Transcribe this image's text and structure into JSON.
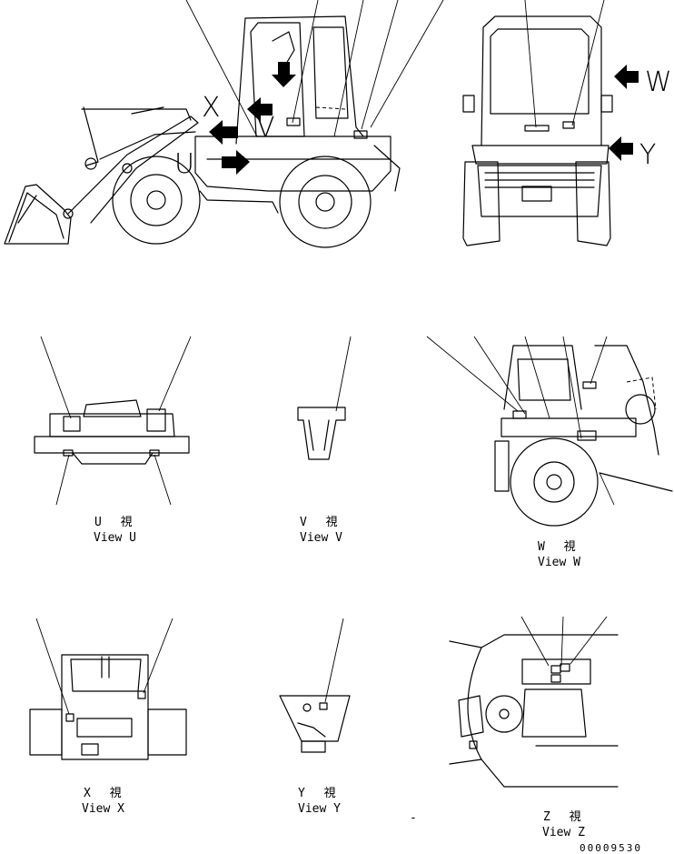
{
  "letters": {
    "u": "U",
    "v": "V",
    "x": "X",
    "w": "W",
    "y": "Y"
  },
  "views": {
    "u": {
      "kanji": "U　 視",
      "label": "View U"
    },
    "v": {
      "kanji": "V　 視",
      "label": "View V"
    },
    "w": {
      "kanji": "W　 視",
      "label": "View W"
    },
    "x": {
      "kanji": "X　 視",
      "label": "View X"
    },
    "y": {
      "kanji": "Y　 視",
      "label": "View Y"
    },
    "z": {
      "kanji": "Z　 視",
      "label": "View Z"
    }
  },
  "drawing_number": "00009530",
  "stray_mark": "-"
}
